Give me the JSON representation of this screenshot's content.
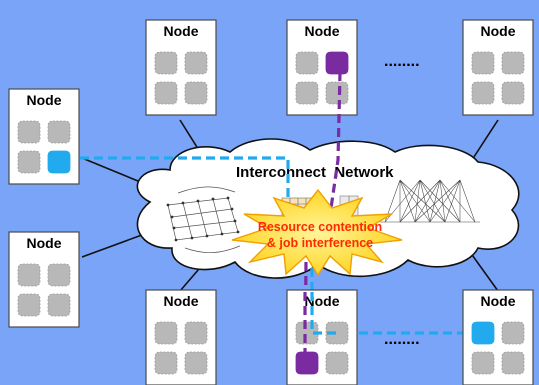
{
  "node_label": "Node",
  "nodes": [
    {
      "id": "top-1"
    },
    {
      "id": "top-2"
    },
    {
      "id": "top-3"
    },
    {
      "id": "left-1"
    },
    {
      "id": "left-2"
    },
    {
      "id": "bottom-1"
    },
    {
      "id": "bottom-2"
    },
    {
      "id": "bottom-3"
    }
  ],
  "ellipsis": "........",
  "network_label": "Interconnect  Network",
  "contention_label_line1": "Resource contention",
  "contention_label_line2": "& job interference",
  "colors": {
    "background": "#7aa4f7",
    "node_border": "#4a4a4a",
    "core": "#b8b8b8",
    "job_a": "#22aaee",
    "job_b": "#7a2ba0",
    "burst_fill": "#ffe640",
    "burst_stroke": "#f0a000"
  }
}
